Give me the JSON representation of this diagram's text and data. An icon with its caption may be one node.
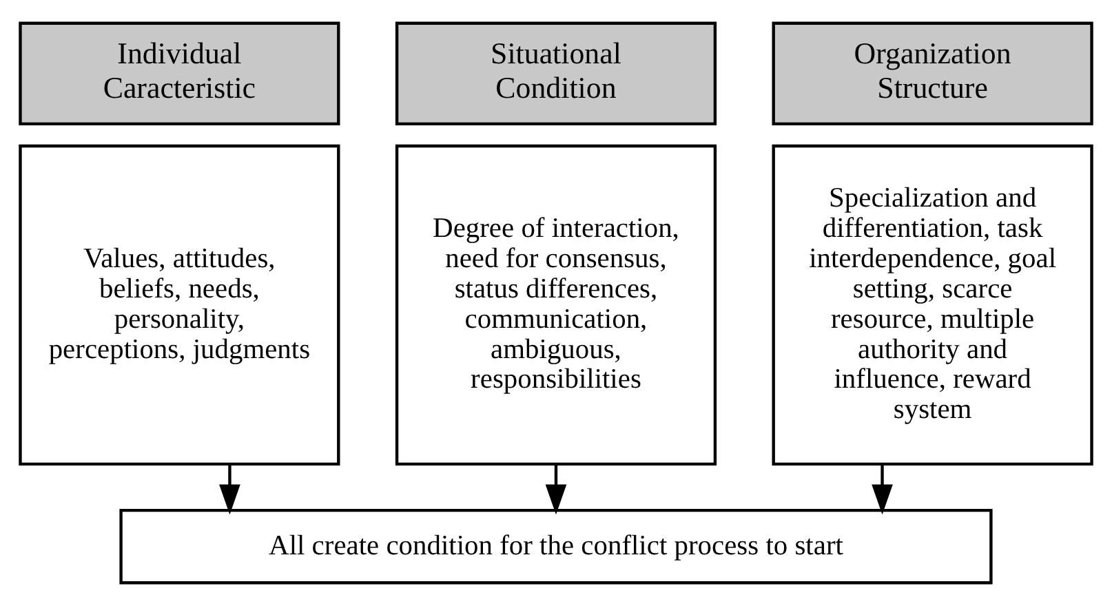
{
  "diagram": {
    "nodes": [
      {
        "text": [
          "Individual Caracteristic"
        ]
      },
      {
        "text": [
          "Situational Condition"
        ]
      },
      {
        "text": [
          "Organization Structure"
        ]
      },
      {
        "text": [
          "Values, attitudes, beliefs, needs, personality, perceptions, judgments"
        ]
      },
      {
        "text": [
          "Degree of interaction, need for consensus, status differences, communication, ambiguous, responsibilities"
        ]
      },
      {
        "text": [
          "Specialization and differentiation, task interdependence, goal setting, scarce resource, multiple authority and influence, reward system"
        ]
      },
      {
        "text": [
          "All create condition for the conflict process to start"
        ]
      }
    ],
    "edges": [
      {
        "from": 3,
        "to": 6,
        "arrow": "to"
      },
      {
        "from": 4,
        "to": 6,
        "arrow": "to"
      },
      {
        "from": 5,
        "to": 6,
        "arrow": "to"
      }
    ]
  }
}
